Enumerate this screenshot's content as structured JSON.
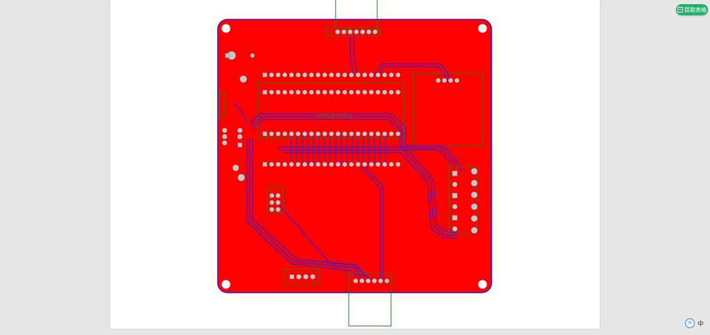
{
  "toolbar": {
    "extract_label": "提取表格",
    "extract_icon": "table-icon"
  },
  "ime": {
    "mode_label": "中",
    "logo_label": "AI",
    "icon": "cloud-ime-icon"
  },
  "pcb": {
    "board_color": "#ff0000",
    "trace_color": "#3c1fd6",
    "silk_color": "#2a7a2a",
    "pad_color": "#c8c8c8",
    "chip_label": "STM32F103C8"
  }
}
